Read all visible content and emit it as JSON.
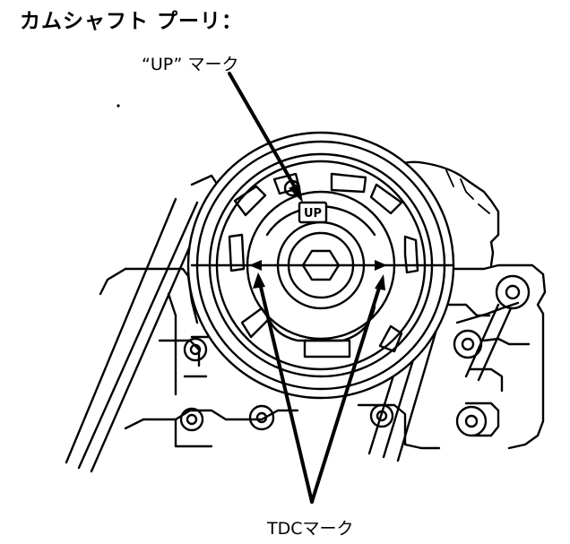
{
  "title": "カムシャフト プーリ：",
  "labels": {
    "up_mark": "“UP” マーク",
    "tdc_mark": "TDCマーク",
    "pulley_up": "UP"
  },
  "colors": {
    "ink": "#000000",
    "paper": "#ffffff"
  }
}
